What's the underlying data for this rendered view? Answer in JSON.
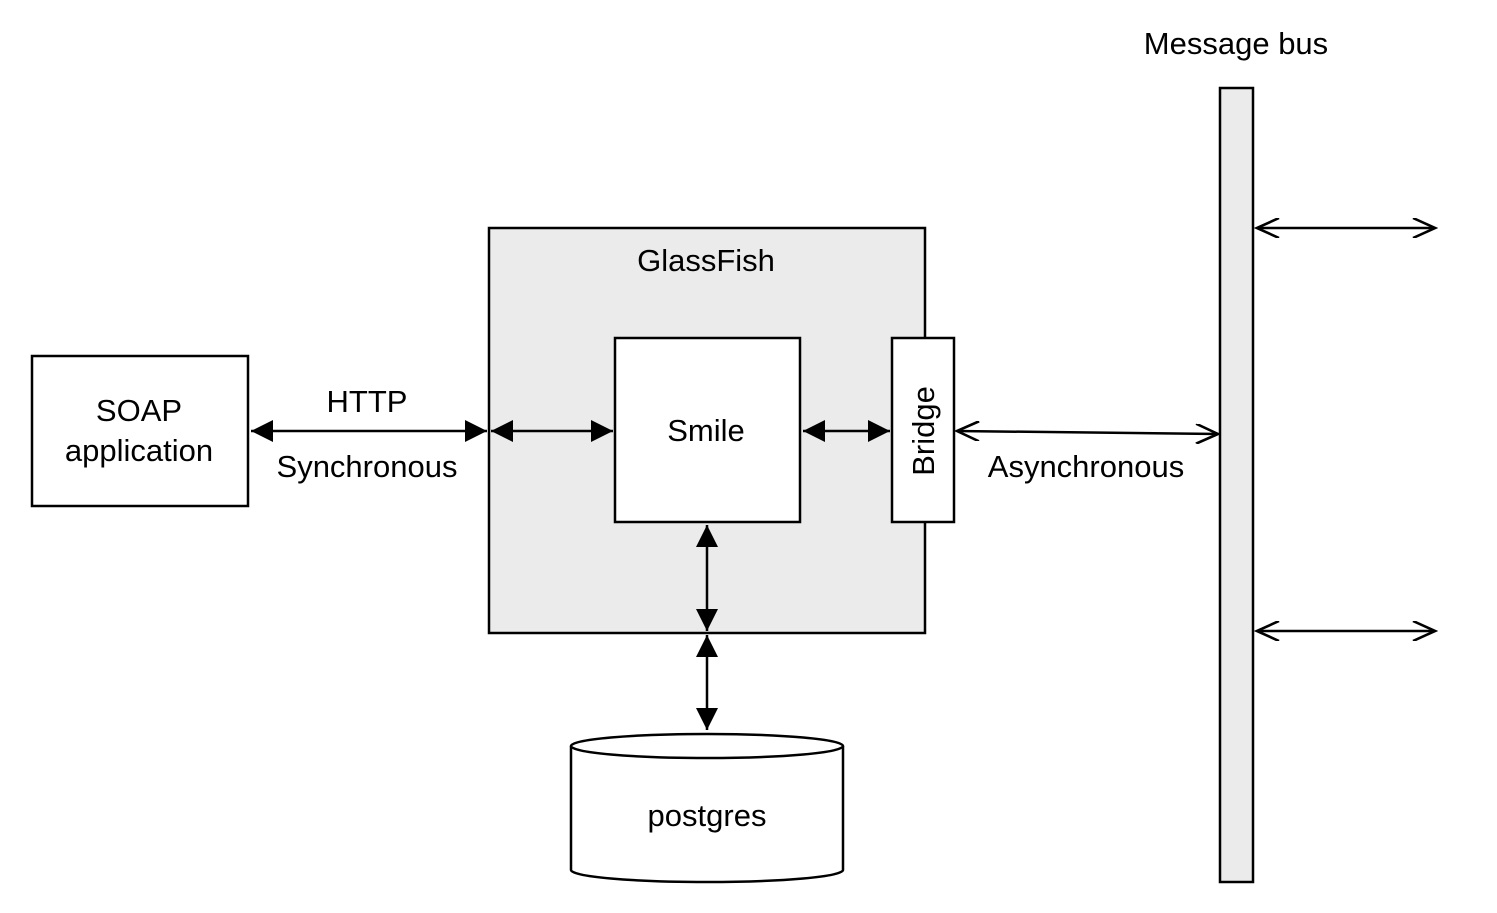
{
  "diagram": {
    "message_bus_label": "Message bus",
    "glassfish_label": "GlassFish",
    "soap_label_line1": "SOAP",
    "soap_label_line2": "application",
    "http_label": "HTTP",
    "synchronous_label": "Synchronous",
    "smile_label": "Smile",
    "bridge_label": "Bridge",
    "asynchronous_label": "Asynchronous",
    "database_label": "postgres"
  },
  "colors": {
    "container_fill": "#ebebeb",
    "box_fill": "#ffffff",
    "stroke": "#000000"
  }
}
